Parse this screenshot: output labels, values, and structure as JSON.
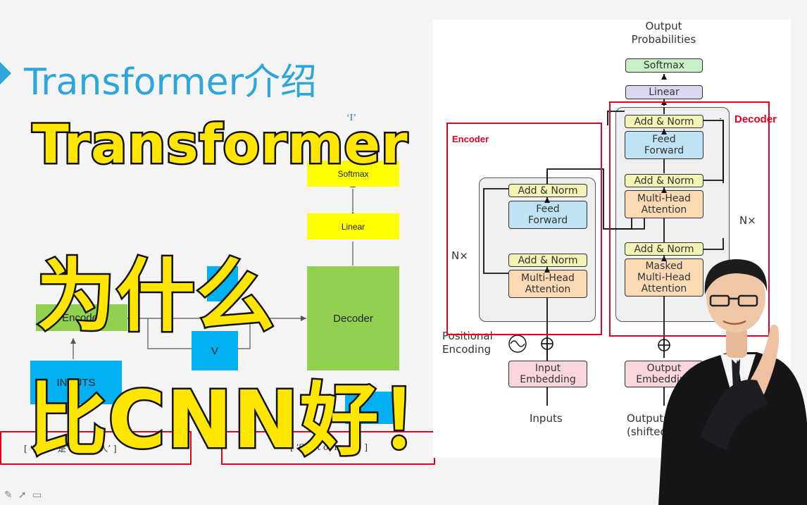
{
  "slide": {
    "title": "Transformer介绍"
  },
  "overlay": {
    "line1": "Transformer",
    "line2": "为什么",
    "line3": "比CNN好！"
  },
  "simple_diagram": {
    "output_token": "‘I’",
    "softmax_label": "Softmax",
    "linear_label": "Linear",
    "decoder_label": "Decoder",
    "encoder_label": "Encoder",
    "v_label": "V",
    "input_left": "[ ‘我’ ，‘是’ ，‘中国人’ ]",
    "input_right": "[ ‘Start of result’ ]",
    "inputs_box_label": "INPUTS"
  },
  "architecture": {
    "output_probabilities": "Output\nProbabilities",
    "softmax": "Softmax",
    "linear": "Linear",
    "decoder_tag": "Decoder",
    "encoder_tag": "Encoder",
    "add_norm": "Add & Norm",
    "feed_forward": "Feed\nForward",
    "multi_head_attention": "Multi-Head\nAttention",
    "masked_mha": "Masked\nMulti-Head\nAttention",
    "nx": "N×",
    "positional_encoding": "Positional\nEncoding",
    "input_embedding": "Input\nEmbedding",
    "output_embedding": "Output\nEmbedding",
    "inputs": "Inputs",
    "outputs": "Outputs\n(shifted right)"
  },
  "colors": {
    "title_blue": "#2ea6d9",
    "overlay_yellow": "#ffe600",
    "frame_red": "#e00020",
    "green": "#92d050",
    "blue": "#00b0f0",
    "yellow": "#ffff00"
  }
}
